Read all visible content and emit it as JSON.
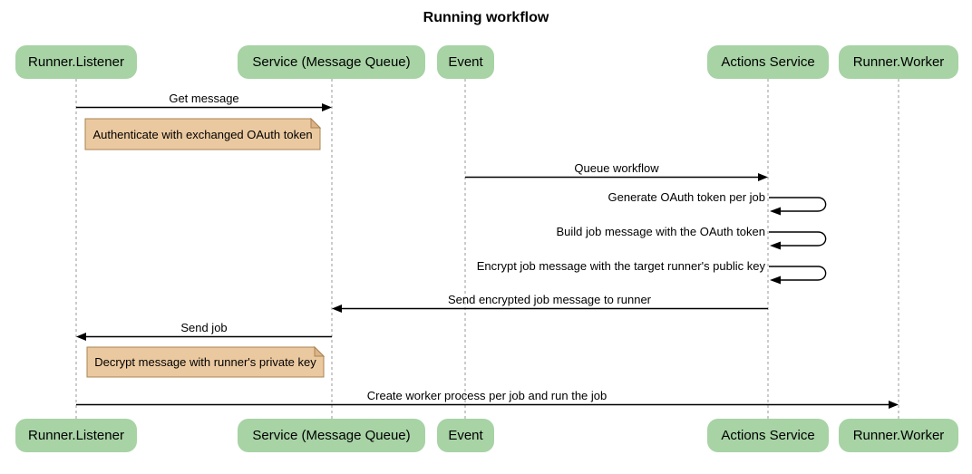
{
  "title": "Running workflow",
  "participants": [
    {
      "label": "Runner.Listener"
    },
    {
      "label": "Service (Message Queue)"
    },
    {
      "label": "Event"
    },
    {
      "label": "Actions Service"
    },
    {
      "label": "Runner.Worker"
    }
  ],
  "messages": [
    {
      "label": "Get message",
      "from": "Runner.Listener",
      "to": "Service (Message Queue)",
      "type": "solid-arrow"
    },
    {
      "label": "Queue workflow",
      "from": "Event",
      "to": "Actions Service",
      "type": "solid-arrow"
    },
    {
      "label": "Generate OAuth token per job",
      "from": "Actions Service",
      "to": "Actions Service",
      "type": "self-loop"
    },
    {
      "label": "Build job message with the OAuth token",
      "from": "Actions Service",
      "to": "Actions Service",
      "type": "self-loop"
    },
    {
      "label": "Encrypt job message with the target runner's public key",
      "from": "Actions Service",
      "to": "Actions Service",
      "type": "self-loop"
    },
    {
      "label": "Send encrypted job message to runner",
      "from": "Actions Service",
      "to": "Service (Message Queue)",
      "type": "solid-arrow"
    },
    {
      "label": "Send job",
      "from": "Service (Message Queue)",
      "to": "Runner.Listener",
      "type": "solid-arrow"
    },
    {
      "label": "Create worker process per job and run the job",
      "from": "Runner.Listener",
      "to": "Runner.Worker",
      "type": "solid-arrow"
    }
  ],
  "notes": [
    {
      "text": "Authenticate with exchanged OAuth token",
      "over": "Runner.Listener"
    },
    {
      "text": "Decrypt message with runner's private key",
      "over": "Runner.Listener"
    }
  ],
  "colors": {
    "actor_fill": "#a7d3a5",
    "note_fill": "#ebc9a0",
    "note_fold_fill": "#ddb488",
    "note_border": "#aa8452",
    "lifeline": "#999999",
    "arrow": "#000000",
    "background": "#ffffff"
  }
}
